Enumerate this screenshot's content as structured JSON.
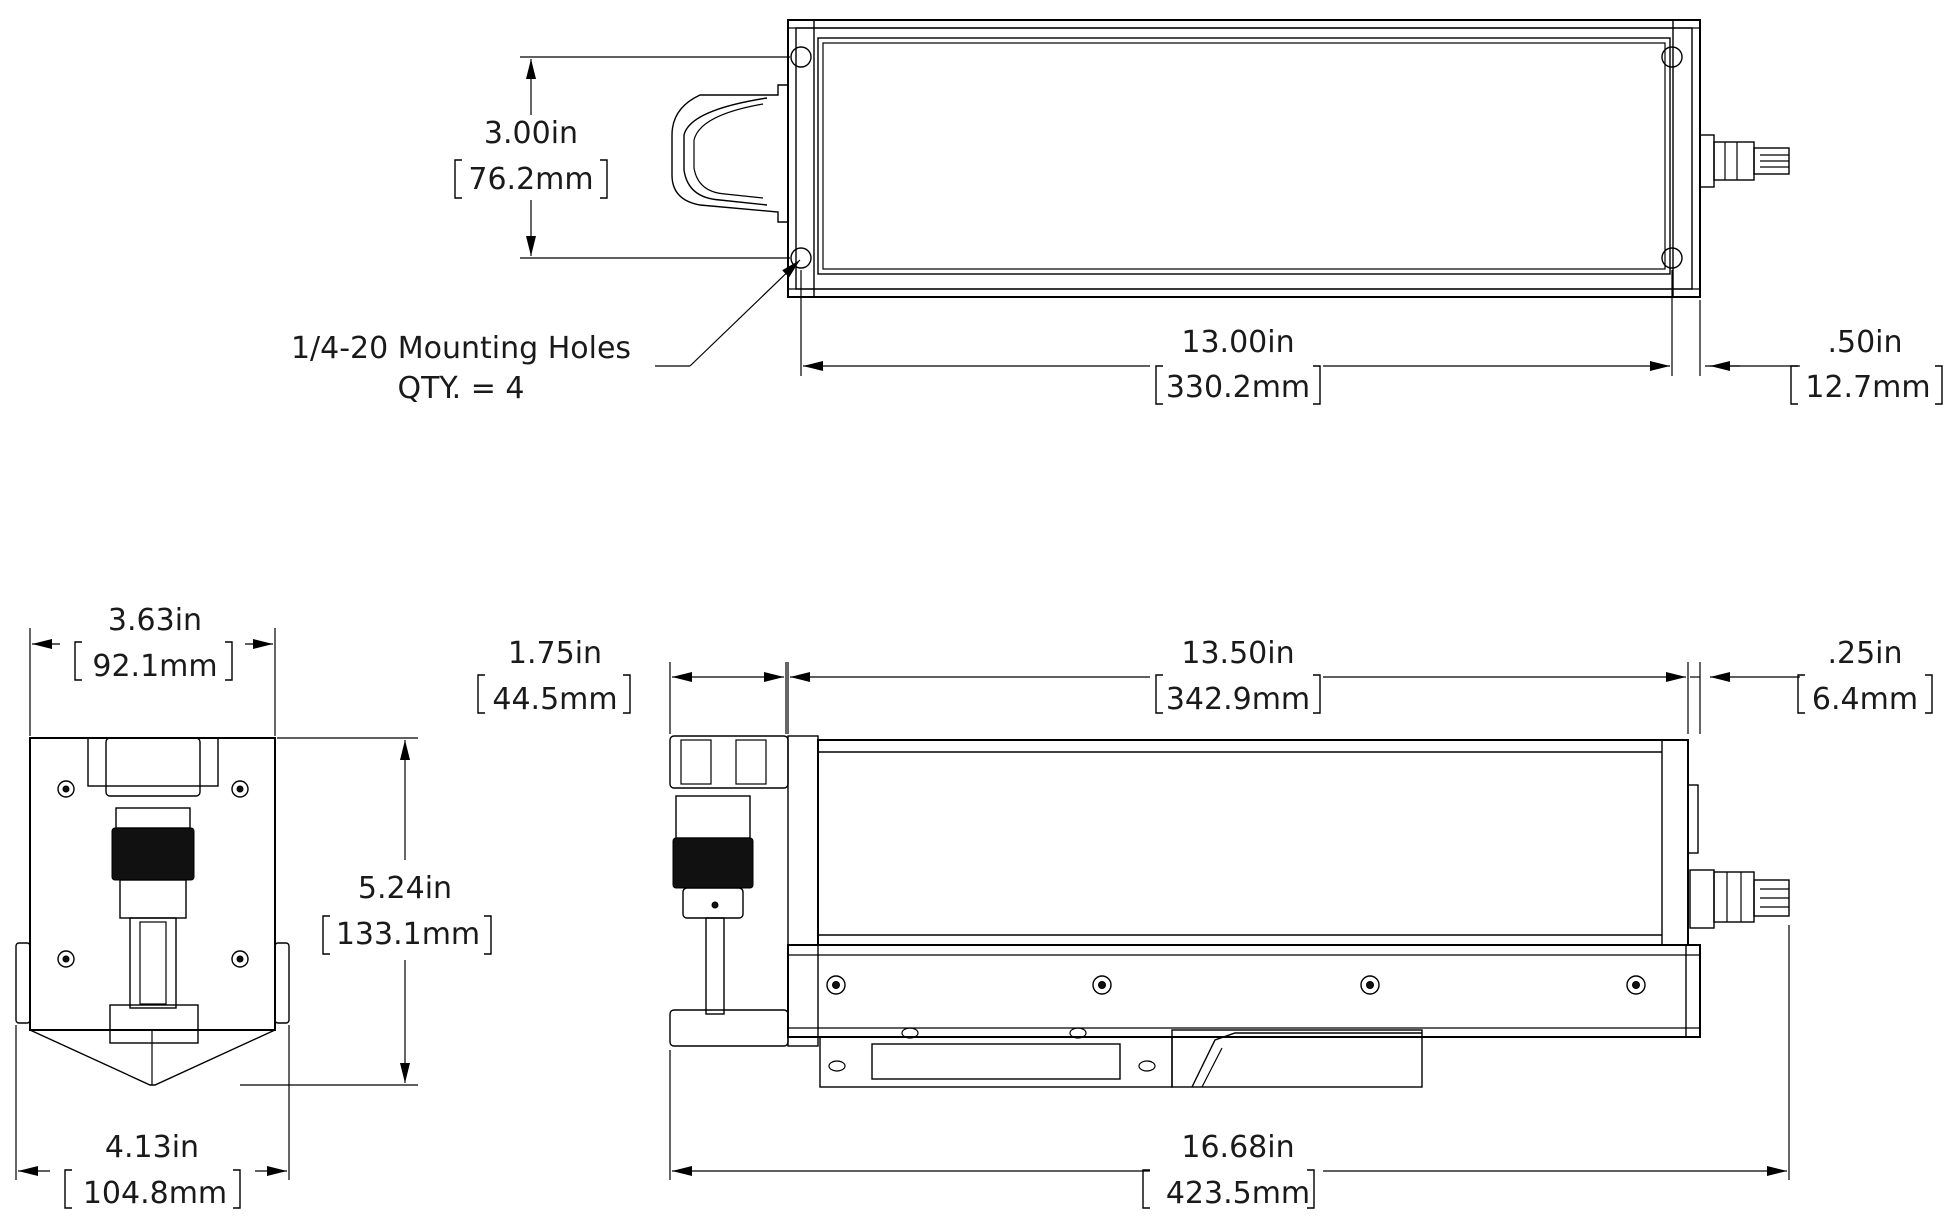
{
  "diagram": {
    "colors": {
      "line": "#000000",
      "text": "#1a1a1a",
      "background": "#ffffff"
    },
    "top_view": {
      "dim_height": {
        "imperial": "3.00in",
        "metric": "76.2mm"
      },
      "dim_hole_spacing": {
        "imperial": "13.00in",
        "metric": "330.2mm"
      },
      "dim_connector": {
        "imperial": ".50in",
        "metric": "12.7mm"
      },
      "callout": {
        "line1": "1/4-20 Mounting Holes",
        "line2": "QTY. = 4"
      }
    },
    "end_view": {
      "dim_width_top": {
        "imperial": "3.63in",
        "metric": "92.1mm"
      },
      "dim_height": {
        "imperial": "5.24in",
        "metric": "133.1mm"
      },
      "dim_width_bottom": {
        "imperial": "4.13in",
        "metric": "104.8mm"
      }
    },
    "side_view": {
      "dim_left_offset": {
        "imperial": "1.75in",
        "metric": "44.5mm"
      },
      "dim_body_length": {
        "imperial": "13.50in",
        "metric": "342.9mm"
      },
      "dim_right_offset": {
        "imperial": ".25in",
        "metric": "6.4mm"
      },
      "dim_overall": {
        "imperial": "16.68in",
        "metric": "423.5mm"
      }
    }
  }
}
